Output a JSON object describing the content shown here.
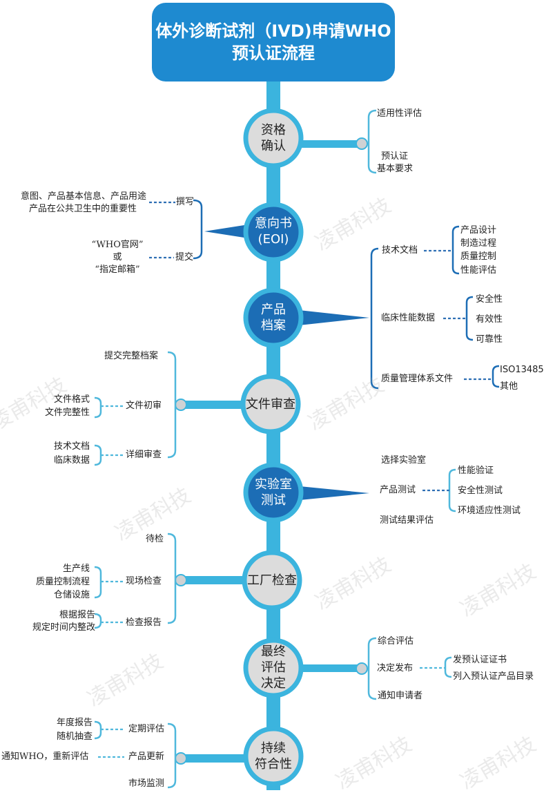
{
  "title": {
    "line1": "体外诊断试剂（IVD)申请WHO",
    "line2": "预认证流程"
  },
  "colors": {
    "spine": "#3bb4de",
    "title_bg": "#1e8ad0",
    "dark_node": "#1c6db5",
    "light_node": "#dcdcdc",
    "bracket": "#4fb8dc",
    "dash": "#2e6fb4"
  },
  "watermark": "凌甫科技",
  "steps": {
    "s1": {
      "label": [
        "资格",
        "确认"
      ],
      "right": [
        "适用性评估",
        "预认证",
        "基本要求"
      ]
    },
    "s2": {
      "label": [
        "意向书",
        "(EOI)"
      ],
      "left": {
        "write": "撰写",
        "write_detail": [
          "意图、产品基本信息、产品用途",
          "产品在公共卫生中的重要性"
        ],
        "submit": "提交",
        "submit_detail": [
          "“WHO官网”",
          "或",
          "“指定邮箱”"
        ]
      }
    },
    "s3": {
      "label": [
        "产品",
        "档案"
      ],
      "right": {
        "tech": "技术文档",
        "tech_items": [
          "产品设计",
          "制造过程",
          "质量控制",
          "性能评估"
        ],
        "clinical": "临床性能数据",
        "clinical_items": [
          "安全性",
          "有效性",
          "可靠性"
        ],
        "qms": "质量管理体系文件",
        "qms_items": [
          "ISO13485",
          "其他"
        ]
      }
    },
    "s4": {
      "label": [
        "文件审查"
      ],
      "left": {
        "top": "提交完整档案",
        "initial": "文件初审",
        "initial_items": [
          "文件格式",
          "文件完整性"
        ],
        "detail": "详细审查",
        "detail_items": [
          "技术文档",
          "临床数据"
        ]
      }
    },
    "s5": {
      "label": [
        "实验室",
        "测试"
      ],
      "right": {
        "select": "选择实验室",
        "test": "产品测试",
        "test_items": [
          "性能验证",
          "安全性测试",
          "环境适应性测试"
        ],
        "result": "测试结果评估"
      }
    },
    "s6": {
      "label": [
        "工厂检查"
      ],
      "left": {
        "top": "待检",
        "onsite": "现场检查",
        "onsite_items": [
          "生产线",
          "质量控制流程",
          "仓储设施"
        ],
        "report": "检查报告",
        "report_items": [
          "根据报告",
          "规定时间内整改"
        ]
      }
    },
    "s7": {
      "label": [
        "最终",
        "评估",
        "决定"
      ],
      "right": {
        "overall": "综合评估",
        "decision": "决定发布",
        "decision_items": [
          "发预认证证书",
          "列入预认证产品目录"
        ],
        "notify": "通知申请者"
      }
    },
    "s8": {
      "label": [
        "持续",
        "符合性"
      ],
      "left": {
        "periodic": "定期评估",
        "periodic_items": [
          "年度报告",
          "随机抽查"
        ],
        "update": "产品更新",
        "update_detail": "通知WHO，重新评估",
        "monitor": "市场监测"
      }
    }
  }
}
